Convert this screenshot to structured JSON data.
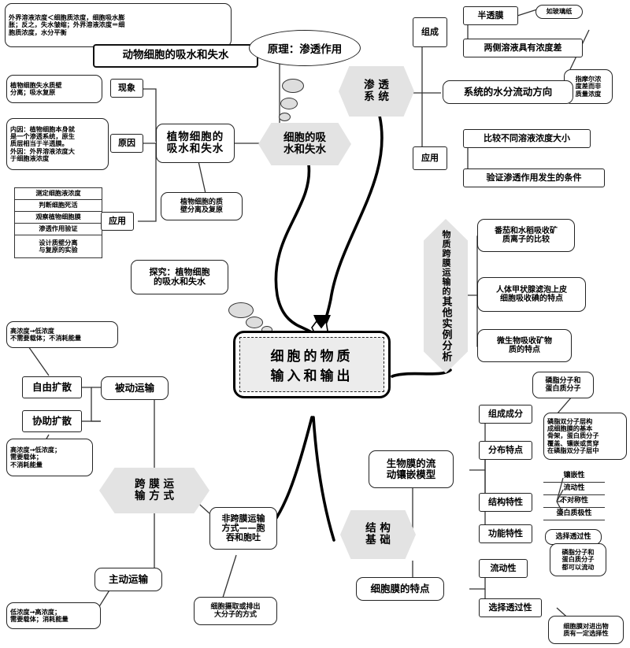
{
  "title": "细胞的物质输入和输出 思维导图",
  "central": {
    "line1": "细胞的物质",
    "line2": "输入和输出"
  },
  "hexes": {
    "cell_water": "细胞的吸\n水和失水",
    "osmotic_system": "渗 透\n系 统",
    "transport_mode": "跨 膜 运\n输 方 式",
    "structure_basis": "结 构\n基 础",
    "other_cases_col1": "物质跨膜运输的",
    "other_cases_col2": "其他实例分析"
  },
  "bubbles": {
    "principle": "原理：渗透作用",
    "inquiry": "探究：植物细胞\n的吸水和失水"
  },
  "plant_animal": {
    "animal_node": "动物细胞的吸水和失水",
    "animal_note": "外界溶液浓度＜细胞质浓度，细胞吸水膨\n胀；反之，失水皱缩；外界溶液浓度＝细\n胞质浓度，水分平衡",
    "plant_node": "植物细胞的\n吸水和失水",
    "phenomenon_label": "现象",
    "phenomenon_note": "植物细胞失水质壁\n分离；吸水复原",
    "cause_label": "原因",
    "cause_note": "内因：植物细胞本身就\n是一个渗透系统，原生\n质层相当于半透膜。\n外因：外界溶液浓度大\n于细胞液浓度",
    "application_label": "应用",
    "application_items": [
      "测定细胞液浓度",
      "判断细胞死活",
      "观察植物细胞膜",
      "渗透作用验证",
      "设计质壁分离\n与复原的实验"
    ],
    "plasmolysis": "植物细胞的质\n壁分离及复原"
  },
  "osmotic": {
    "composition_label": "组成",
    "semi_membrane": "半透膜",
    "semi_membrane_note": "如玻璃纸",
    "conc_diff": "两侧溶液具有浓度差",
    "conc_diff_note": "指摩尔浓\n度差而非\n质量浓度",
    "water_direction": "系统的水分流动方向",
    "application_label": "应用",
    "application_items": [
      "比较不同溶液浓度大小",
      "验证渗透作用发生的条件"
    ]
  },
  "other_cases": {
    "items": [
      "番茄和水稻吸收矿\n质离子的比较",
      "人体甲状腺滤泡上皮\n细胞吸收碘的特点",
      "微生物吸收矿物\n质的特点"
    ]
  },
  "transport": {
    "passive_label": "被动运输",
    "free_diffusion": "自由扩散",
    "free_diffusion_note": "高浓度→低浓度\n不需要载体；不消耗能量",
    "assisted_diffusion": "协助扩散",
    "assisted_diffusion_note": "高浓度→低浓度；\n需要载体；\n不消耗能量",
    "active_label": "主动运输",
    "active_note": "低浓度→高浓度；\n需要载体；消耗能量",
    "non_transmembrane": "非跨膜运输\n方式——胞\n吞和胞吐",
    "non_transmembrane_note": "细胞摄取或排出\n大分子的方式"
  },
  "membrane": {
    "fluid_mosaic": "生物膜的流\n动镶嵌模型",
    "composition_label": "组成成分",
    "composition_note": "磷脂分子和\n蛋白质分子",
    "distribution_label": "分布特点",
    "distribution_note": "磷脂双分子层构\n成细胞膜的基本\n骨架，蛋白质分子\n覆盖、镶嵌或贯穿\n在磷脂双分子层中",
    "structure_label": "结构特性",
    "structure_items": [
      "镶嵌性",
      "流动性",
      "不对称性",
      "蛋白质极性"
    ],
    "function_label": "功能特性",
    "function_note": "选择透过性",
    "cellmem_label": "细胞膜的特点",
    "fluidity": "流动性",
    "fluidity_note": "磷脂分子和\n蛋白质分子\n都可以流动",
    "selective": "选择透过性",
    "selective_note": "细胞膜对进出物\n质有一定选择性"
  },
  "colors": {
    "hex_fill": "#e3e3e3",
    "central_fill": "#ececec",
    "line": "#333333",
    "bold_line": "#000000"
  }
}
